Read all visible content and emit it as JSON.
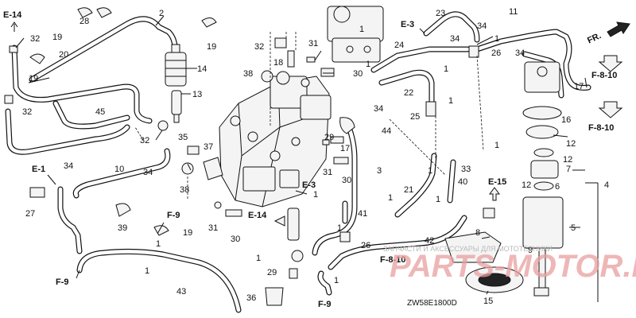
{
  "callouts": [
    "1",
    "2",
    "3",
    "4",
    "5",
    "6",
    "7",
    "8",
    "9",
    "10",
    "11",
    "12",
    "13",
    "14",
    "15",
    "16",
    "17",
    "18",
    "19",
    "20",
    "21",
    "22",
    "23",
    "24",
    "25",
    "26",
    "27",
    "28",
    "29",
    "30",
    "31",
    "32",
    "33",
    "34",
    "35",
    "36",
    "37",
    "38",
    "39",
    "40",
    "41",
    "42",
    "43",
    "44",
    "45"
  ],
  "refs": {
    "e14": "E-14",
    "e3": "E-3",
    "e1": "E-1",
    "e15": "E-15",
    "f9": "F-9",
    "f810": "F-8-10",
    "fr": "FR."
  },
  "diagram_code": "ZW58E1800D",
  "watermark": {
    "tagline": "ЗАПЧАСТИ И АКСЕССУАРЫ ДЛЯ МОТОТЕХНИКИ",
    "brand": "PARTS-MOTOR.RU"
  }
}
